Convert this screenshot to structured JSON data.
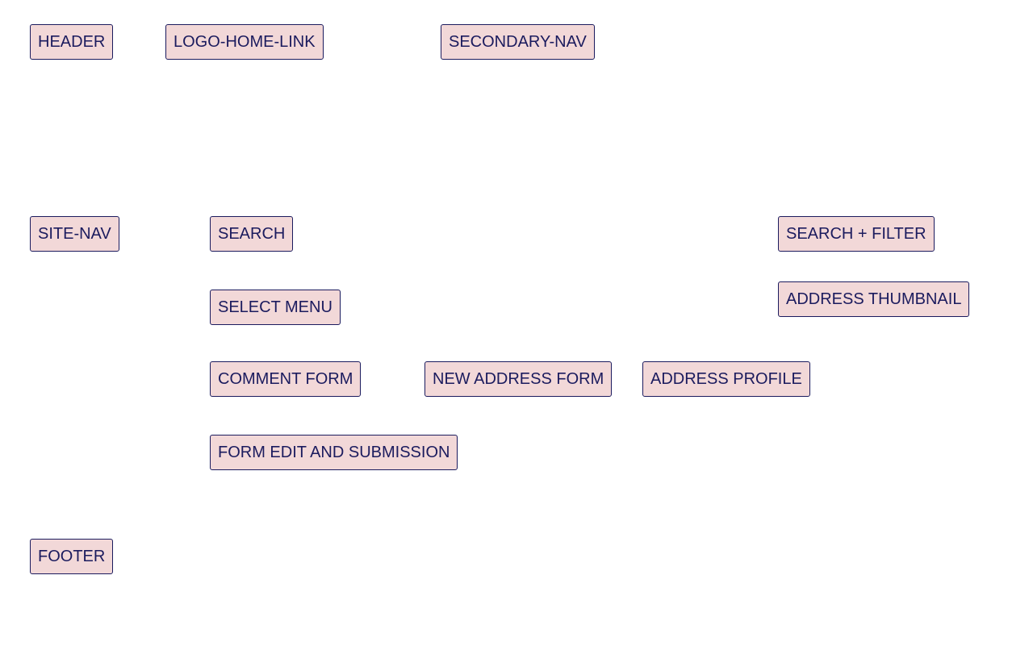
{
  "theme": {
    "node_fill": "#f2d8d8",
    "node_border": "#1b1b5e",
    "node_text": "#1b1b5e",
    "background": "#ffffff"
  },
  "nodes": {
    "header": "HEADER",
    "logo_home_link": "LOGO-HOME-LINK",
    "secondary_nav": "SECONDARY-NAV",
    "site_nav": "SITE-NAV",
    "search": "SEARCH",
    "search_filter": "SEARCH + FILTER",
    "select_menu": "SELECT MENU",
    "address_thumbnail": "ADDRESS THUMBNAIL",
    "comment_form": "COMMENT FORM",
    "new_address_form": "NEW ADDRESS FORM",
    "address_profile": "ADDRESS PROFILE",
    "form_edit_submission": "FORM EDIT AND SUBMISSION",
    "footer": "FOOTER"
  }
}
